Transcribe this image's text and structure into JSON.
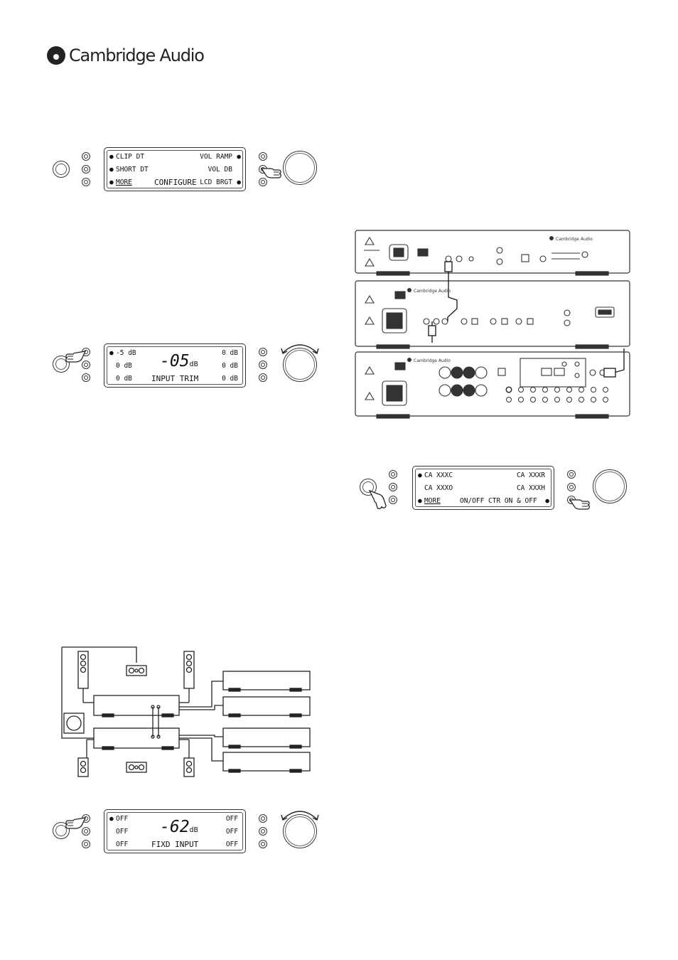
{
  "brand": {
    "name": "Cambridge Audio"
  },
  "panel1": {
    "left": [
      "CLIP DT",
      "SHORT DT",
      "MORE"
    ],
    "center": "CONFIGURE",
    "right": [
      "VOL RAMP",
      "VOL DB",
      "LCD BRGT"
    ]
  },
  "panel2": {
    "left": [
      "-5 dB",
      "0 dB",
      "0 dB"
    ],
    "readout": "-05",
    "readout_unit": "dB",
    "center": "INPUT TRIM",
    "right": [
      "0 dB",
      "0 dB",
      "0 dB"
    ]
  },
  "panel3": {
    "left": [
      "CA XXXC",
      "CA XXXO",
      "MORE"
    ],
    "center": "ON/OFF CTR ON & OFF",
    "right": [
      "CA XXXR",
      "CA XXXH"
    ]
  },
  "panel4": {
    "left": [
      "OFF",
      "OFF",
      "OFF"
    ],
    "readout": "-62",
    "readout_unit": "dB",
    "center": "FIXD INPUT",
    "right": [
      "OFF",
      "OFF",
      "OFF"
    ]
  }
}
